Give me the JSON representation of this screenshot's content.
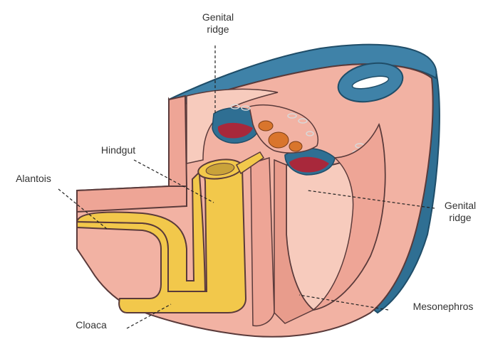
{
  "labels": {
    "genital_ridge_top": "Genital\nridge",
    "hindgut": "Hindgut",
    "alantois": "Alantois",
    "genital_ridge_right": "Genital\nridge",
    "cloaca": "Cloaca",
    "mesonephros": "Mesonephros"
  },
  "colors": {
    "tissue": "#f2b2a3",
    "tissue_light": "#f7cbbd",
    "tissue_dark": "#d98f80",
    "outline": "#5a3a3a",
    "outer_blue": "#2f6f93",
    "outer_blue_light": "#4f93b8",
    "gut_yellow": "#f2c84b",
    "gut_yellow_dark": "#d4a52a",
    "ridge_red": "#a8283b",
    "vessel_orange": "#d9752c"
  }
}
